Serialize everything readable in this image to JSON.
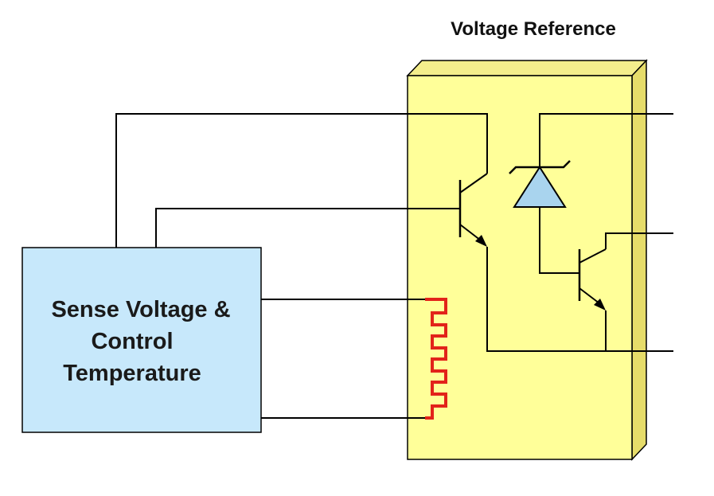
{
  "diagram": {
    "title": "Voltage Reference",
    "control_block": {
      "line1": "Sense Voltage &",
      "line2": "Control",
      "line3": "Temperature"
    },
    "colors": {
      "chip_front": "#ffff99",
      "chip_top": "#f4ee8c",
      "chip_side": "#e6dc6a",
      "control_block_fill": "#c7e8fb",
      "diode_fill": "#a9d4ee",
      "heater": "#e2231a",
      "wire": "#000000"
    },
    "icons": [
      "npn-transistor-icon",
      "zener-diode-icon",
      "heater-resistor-icon"
    ]
  }
}
